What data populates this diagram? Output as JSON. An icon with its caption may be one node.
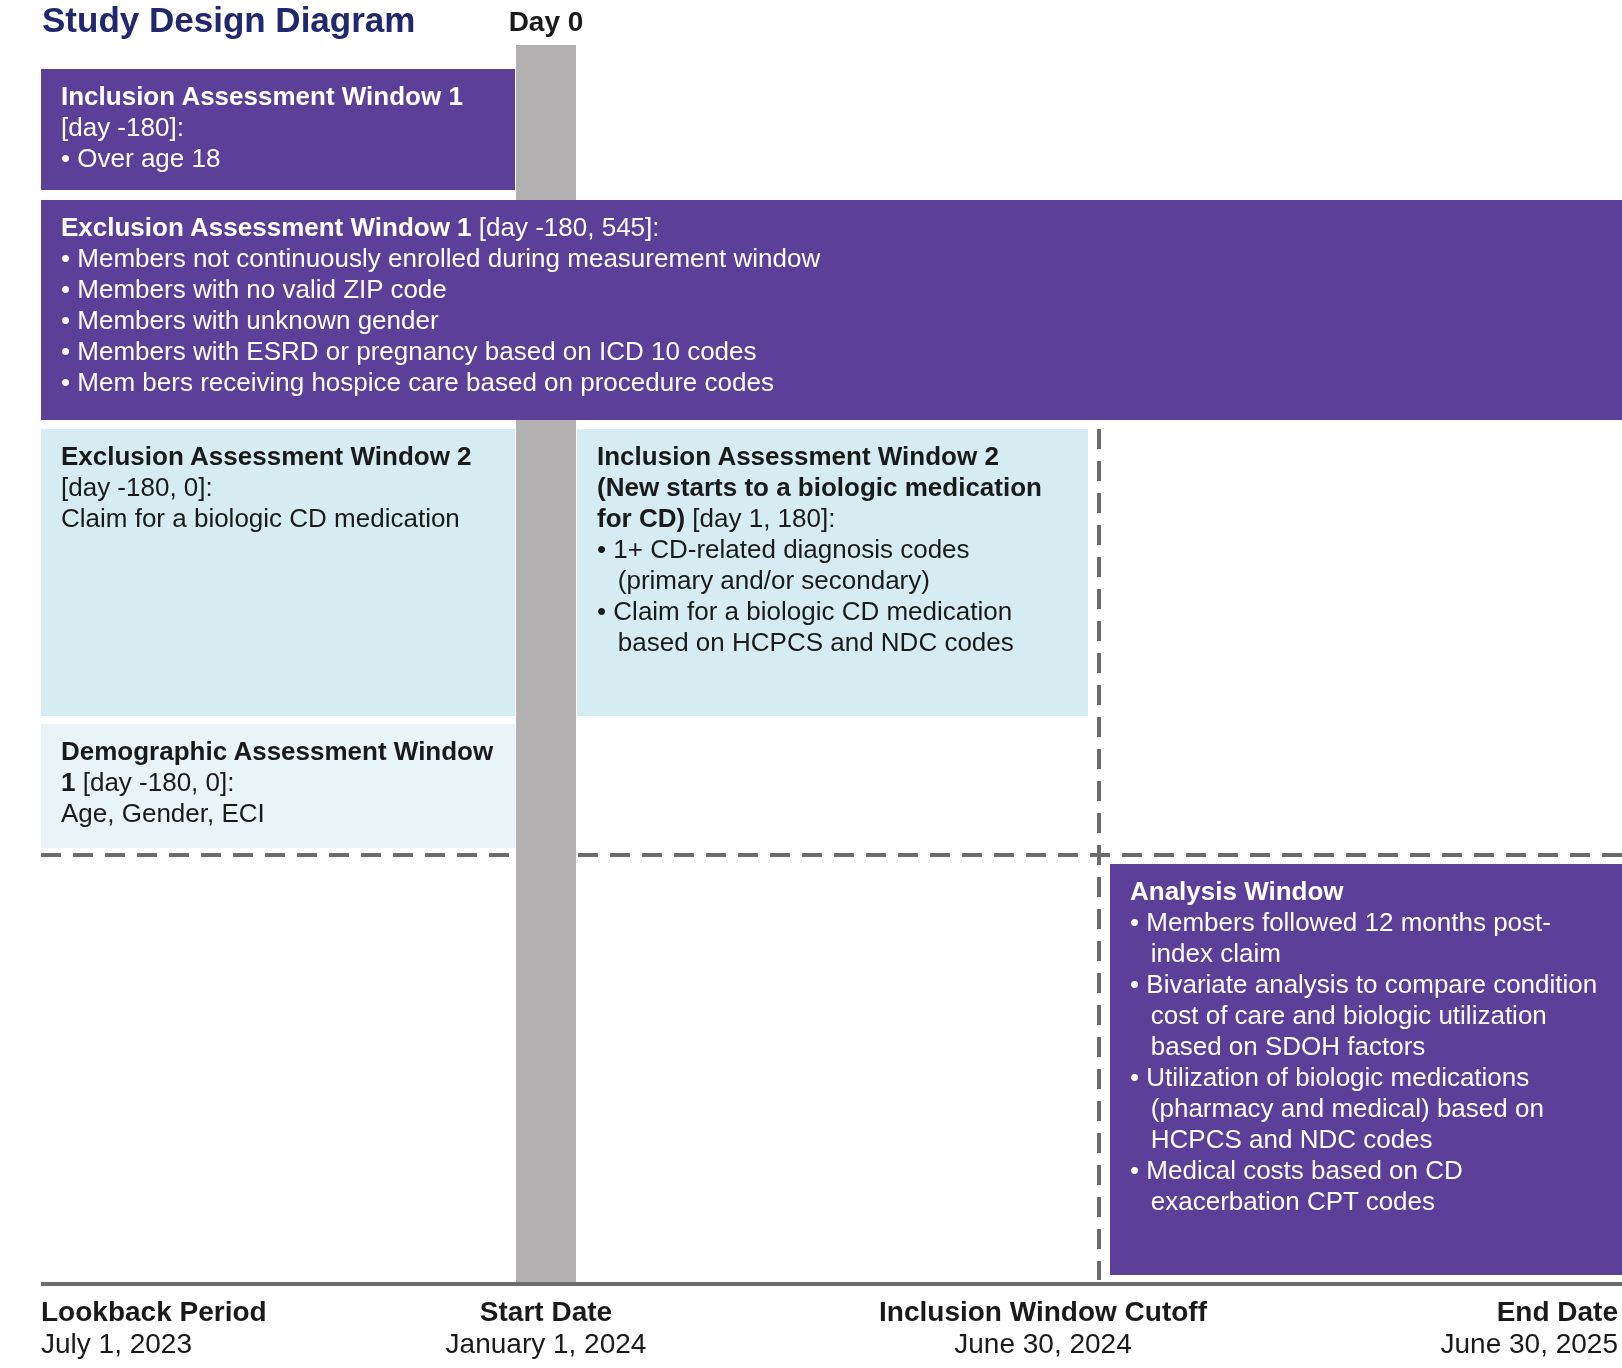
{
  "diagram": {
    "title": "Study Design Diagram",
    "nodes": [
      {
        "text": [
          "**Inclusion Assessment Window 1** [day -180]:",
          "• Over age 18"
        ]
      },
      {
        "text": [
          "**Exclusion Assessment Window 1** [day -180, 545]:",
          "• Members not continuously enrolled during measurement window",
          "• Members with no valid ZIP code",
          "• Members with unknown gender",
          "• Members with ESRD or pregnancy based on ICD 10 codes",
          "• Mem bers receiving hospice care based on procedure codes"
        ]
      },
      {
        "text": [
          "**Exclusion Assessment Window 2** [day -180, 0]:",
          "Claim for a biologic CD medication"
        ]
      },
      {
        "text": [
          "**Inclusion Assessment Window 2 (New starts to a biologic medication for CD)** [day 1, 180]:",
          "• 1+ CD-related diagnosis codes (primary and/or secondary)",
          "• Claim for a biologic CD medication based on HCPCS and NDC codes"
        ]
      },
      {
        "text": [
          "**Demographic Assessment Window 1** [day -180, 0]:",
          "Age, Gender, ECI"
        ]
      },
      {
        "text": [
          "Analysis Window",
          "• Members followed 12 months post-index claim",
          "• Bivariate analysis to compare condition cost of care and biologic utilization based on SDOH factors",
          "• Utilization of biologic medications (pharmacy and medical) based on HCPCS and NDC codes",
          "• Medical costs based on CD exacerbation CPT codes"
        ]
      },
      {
        "text": [],
        "shape": "bar",
        "beside": [
          "Day 0"
        ]
      },
      {
        "text": [],
        "shape": "bar"
      }
    ],
    "labels": [
      "Lookback Period",
      "July 1, 2023",
      "Start Date",
      "January 1, 2024",
      "Inclusion Window Cutoff",
      "June 30, 2024",
      "End Date",
      "June 30, 2025"
    ]
  }
}
